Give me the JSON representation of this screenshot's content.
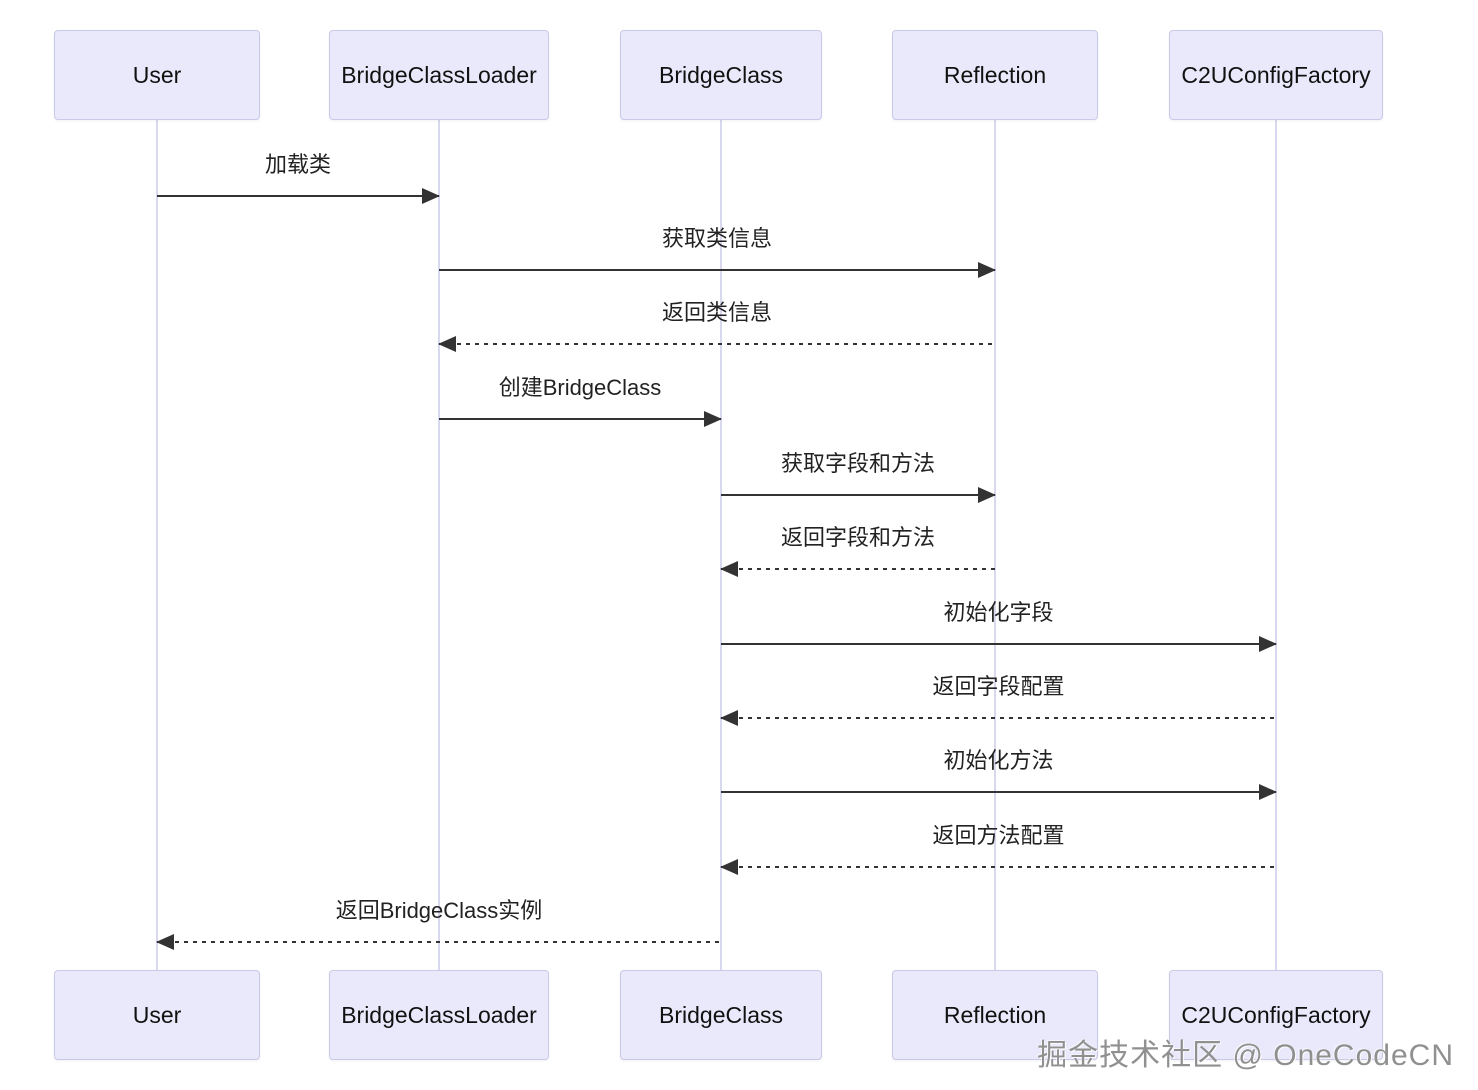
{
  "diagram": {
    "type": "sequence",
    "actors": [
      {
        "name": "User"
      },
      {
        "name": "BridgeClassLoader"
      },
      {
        "name": "BridgeClass"
      },
      {
        "name": "Reflection"
      },
      {
        "name": "C2UConfigFactory"
      }
    ],
    "messages": [
      {
        "label": "加载类",
        "from": "User",
        "to": "BridgeClassLoader",
        "style": "solid"
      },
      {
        "label": "获取类信息",
        "from": "BridgeClassLoader",
        "to": "Reflection",
        "style": "solid"
      },
      {
        "label": "返回类信息",
        "from": "Reflection",
        "to": "BridgeClassLoader",
        "style": "dashed"
      },
      {
        "label": "创建BridgeClass",
        "from": "BridgeClassLoader",
        "to": "BridgeClass",
        "style": "solid"
      },
      {
        "label": "获取字段和方法",
        "from": "BridgeClass",
        "to": "Reflection",
        "style": "solid"
      },
      {
        "label": "返回字段和方法",
        "from": "Reflection",
        "to": "BridgeClass",
        "style": "dashed"
      },
      {
        "label": "初始化字段",
        "from": "BridgeClass",
        "to": "C2UConfigFactory",
        "style": "solid"
      },
      {
        "label": "返回字段配置",
        "from": "C2UConfigFactory",
        "to": "BridgeClass",
        "style": "dashed"
      },
      {
        "label": "初始化方法",
        "from": "BridgeClass",
        "to": "C2UConfigFactory",
        "style": "solid"
      },
      {
        "label": "返回方法配置",
        "from": "C2UConfigFactory",
        "to": "BridgeClass",
        "style": "dashed"
      },
      {
        "label": "返回BridgeClass实例",
        "from": "BridgeClass",
        "to": "User",
        "style": "dashed"
      }
    ]
  },
  "watermark": "掘金技术社区 @ OneCodeCN",
  "colors": {
    "actor_fill": "#e9e9fb",
    "actor_border": "#c9c9e8",
    "lifeline": "#d8d8ee",
    "arrow": "#333333",
    "message_text": "#222222",
    "watermark": "#8a8a8a"
  }
}
